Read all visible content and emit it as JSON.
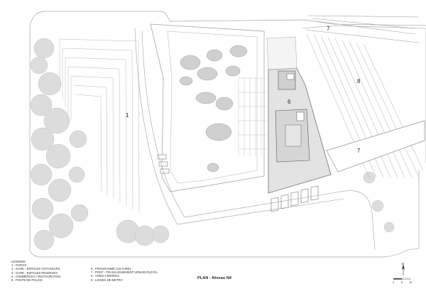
{
  "zone_labels": {
    "z1": "1",
    "z6": "6",
    "z7_top": "7",
    "z7_right": "7",
    "z8": "8"
  },
  "legend": {
    "title": "LEGENDE",
    "items": [
      "1 - PARVIS",
      "2 - GARE - ESPACES VOYAGEURS",
      "3 - GARE - ESPACES RESERVES",
      "4 - COMMERCES / RESTAURATION",
      "5 - POSTE DE POLICE",
      "6 - PROGRAMME CULTUREL",
      "7 - PONT - FRANCHISSEMENT URBAIN PLEYEL",
      "8 - VOIES FERREES",
      "9 - LIGNES DE METRO"
    ]
  },
  "plan_title": "PLAN - Niveau N4",
  "scale": {
    "ticks": [
      "0",
      "5",
      "10"
    ]
  },
  "north_label": "N",
  "colors": {
    "building_fill": "#e3e3e3",
    "line": "#9a9a9a",
    "tree": "#b5b5b5"
  }
}
